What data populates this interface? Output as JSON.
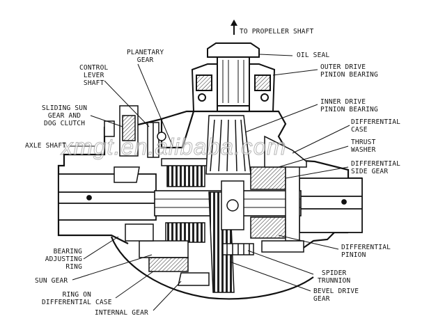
{
  "labels": {
    "propeller": "TO PROPELLER SHAFT",
    "planetary": "PLANETARY\nGEAR",
    "control": "CONTROL\nLEVER\nSHAFT",
    "oil_seal": "OIL SEAL",
    "outer_bearing": "OUTER DRIVE\nPINION BEARING",
    "inner_bearing": "INNER DRIVE\nPINION BEARING",
    "sliding_sun": "SLIDING SUN\nGEAR AND\nDOG CLUTCH",
    "diff_case": "DIFFERENTIAL\nCASE",
    "axle_shaft": "AXLE SHAFT",
    "thrust_washer": "THRUST\nWASHER",
    "diff_side_gear": "DIFFERENTIAL\nSIDE GEAR",
    "bearing_adj": "BEARING\nADJUSTING\nRING",
    "diff_pinion": "DIFFERENTIAL\nPINION",
    "sun_gear": "SUN GEAR",
    "spider": "SPIDER\nTRUNNION",
    "ring_on_case": "RING ON\nDIFFERENTIAL CASE",
    "bevel": "BEVEL DRIVE\nGEAR",
    "internal_gear": "INTERNAL GEAR"
  },
  "watermark": "xmgt.en.alibaba.com",
  "colors": {
    "ink": "#111111",
    "paper": "#ffffff"
  }
}
